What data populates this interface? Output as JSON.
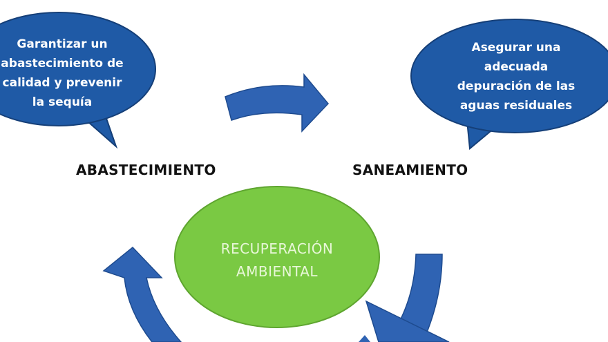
{
  "bubbles": {
    "left": {
      "lines": [
        "Garantizar un",
        "abastecimiento de",
        "calidad y  prevenir",
        "la sequía"
      ]
    },
    "right": {
      "lines": [
        "Asegurar una",
        "adecuada",
        "depuración de las",
        "aguas residuales"
      ]
    }
  },
  "labels": {
    "left": "ABASTECIMIENTO",
    "right": "SANEAMIENTO"
  },
  "center": {
    "lines": [
      "RECUPERACIÓN",
      "AMBIENTAL"
    ]
  },
  "colors": {
    "bubble_fill": "#1f5aa6",
    "bubble_stroke": "#153f78",
    "arrow_fill": "#2f63b3",
    "center_fill": "#7ac943",
    "center_stroke": "#5ea52f",
    "label_text": "#111111"
  }
}
